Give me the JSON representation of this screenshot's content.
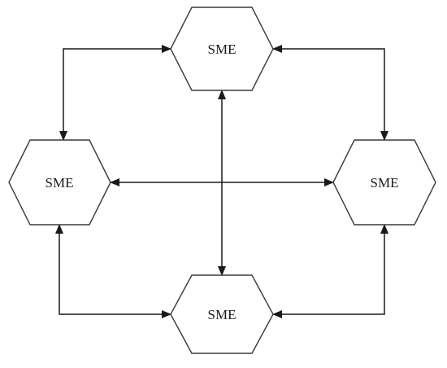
{
  "nodes": {
    "top": {
      "label": "SME"
    },
    "left": {
      "label": "SME"
    },
    "right": {
      "label": "SME"
    },
    "bottom": {
      "label": "SME"
    }
  },
  "connections": [
    {
      "from": "left",
      "to": "top",
      "arrows": "both"
    },
    {
      "from": "top",
      "to": "right",
      "arrows": "both"
    },
    {
      "from": "left",
      "to": "bottom",
      "arrows": "both"
    },
    {
      "from": "bottom",
      "to": "right",
      "arrows": "both"
    },
    {
      "from": "left",
      "to": "right",
      "arrows": "both"
    },
    {
      "from": "top",
      "to": "bottom",
      "arrows": "both"
    }
  ],
  "colors": {
    "stroke": "#1a1a1a",
    "background": "#ffffff"
  }
}
